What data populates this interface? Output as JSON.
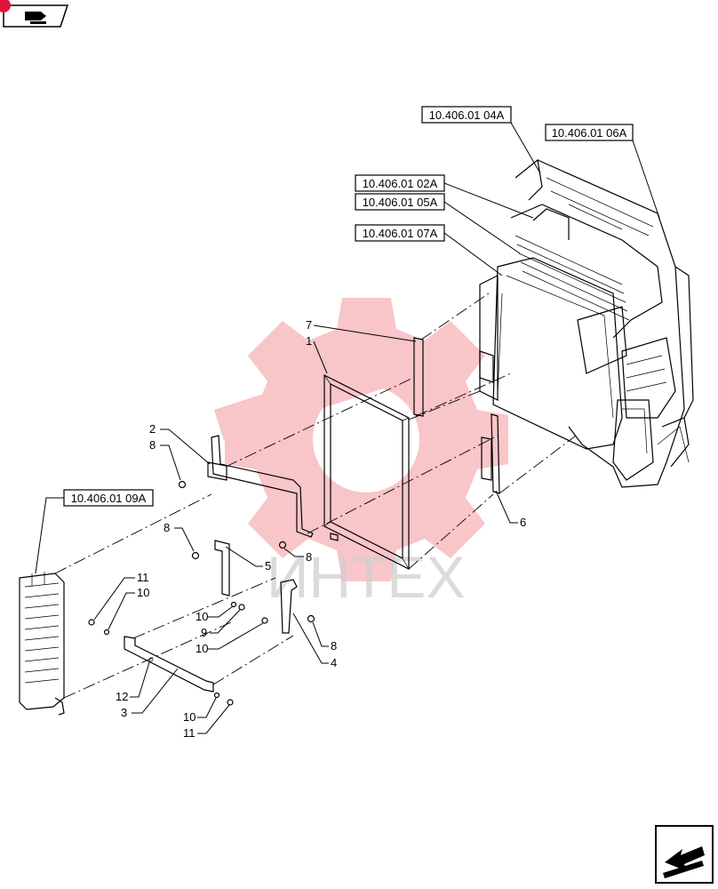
{
  "header": {
    "nav_icon": "page-navigation-icon",
    "badge_color": "#e0143c"
  },
  "references": [
    {
      "id": "ref-04a",
      "label": "10.406.01 04A"
    },
    {
      "id": "ref-06a",
      "label": "10.406.01 06A"
    },
    {
      "id": "ref-02a",
      "label": "10.406.01 02A"
    },
    {
      "id": "ref-05a",
      "label": "10.406.01 05A"
    },
    {
      "id": "ref-07a",
      "label": "10.406.01 07A"
    },
    {
      "id": "ref-09a",
      "label": "10.406.01 09A"
    }
  ],
  "callouts": [
    "7",
    "1",
    "2",
    "8",
    "8",
    "8",
    "5",
    "11",
    "10",
    "10",
    "9",
    "10",
    "4",
    "8",
    "12",
    "3",
    "10",
    "11",
    "6"
  ],
  "watermark": {
    "text": "ИНТЕХ",
    "color": "#e8323c"
  },
  "footer": {
    "nav_icon": "next-page-arrow-icon"
  }
}
